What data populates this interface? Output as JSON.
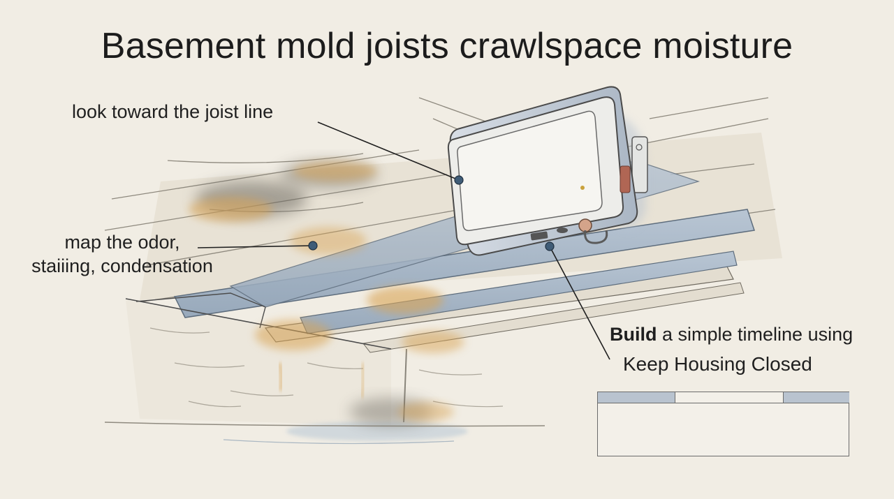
{
  "title": "Basement mold joists crawlspace moisture",
  "callouts": {
    "joist_line": "look toward the joist line",
    "odor_line1": "map the odor,",
    "odor_line2": "staiiing, condensation",
    "timeline_bold": "Build",
    "timeline_rest": " a simple timeline using",
    "housing": "Keep Housing Closed"
  },
  "colors": {
    "background": "#f1ede4",
    "wood": "#e6e0d2",
    "steel_beam": "#aebccb",
    "mold_dark": "#6e6a62",
    "stain_orange": "#d9a455",
    "sensor_body": "#ededea",
    "leader_dot": "#3f5c77"
  },
  "icons": [
    "moisture-sensor-device",
    "mold-stain",
    "water-puddle"
  ]
}
